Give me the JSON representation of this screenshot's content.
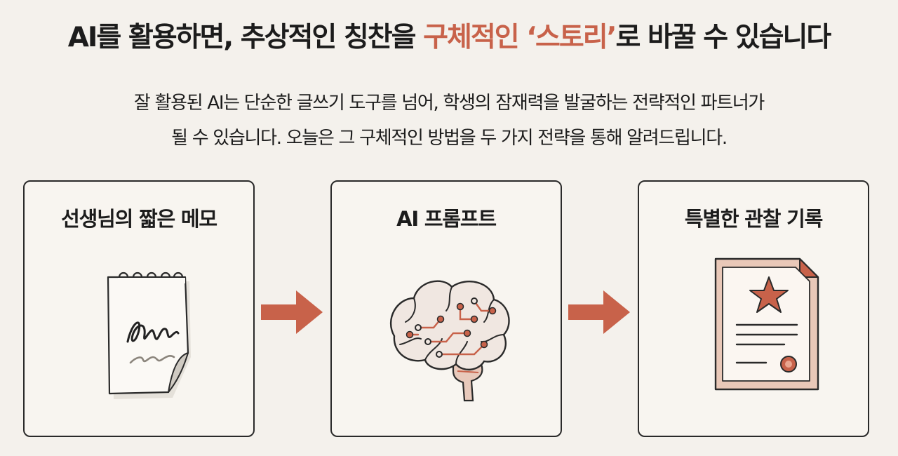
{
  "headline": {
    "part1": "AI를 활용하면, 추상적인 칭찬을 ",
    "highlight": "구체적인 ‘스토리’",
    "part2": "로 바꿀 수 있습니다"
  },
  "subtitle": {
    "line1": "잘 활용된 AI는 단순한 글쓰기 도구를 넘어, 학생의 잠재력을 발굴하는 전략적인 파트너가",
    "line2": "될 수 있습니다. 오늘은 그 구체적인 방법을 두 가지 전략을 통해 알려드립니다."
  },
  "steps": [
    {
      "title": "선생님의 짧은 메모",
      "icon": "memo-icon"
    },
    {
      "title": "AI 프롬프트",
      "icon": "brain-circuit-icon"
    },
    {
      "title": "특별한 관찰 기록",
      "icon": "certificate-icon"
    }
  ],
  "colors": {
    "accent": "#c8624a",
    "background": "#f4f1ec",
    "text": "#1c1c1c"
  }
}
